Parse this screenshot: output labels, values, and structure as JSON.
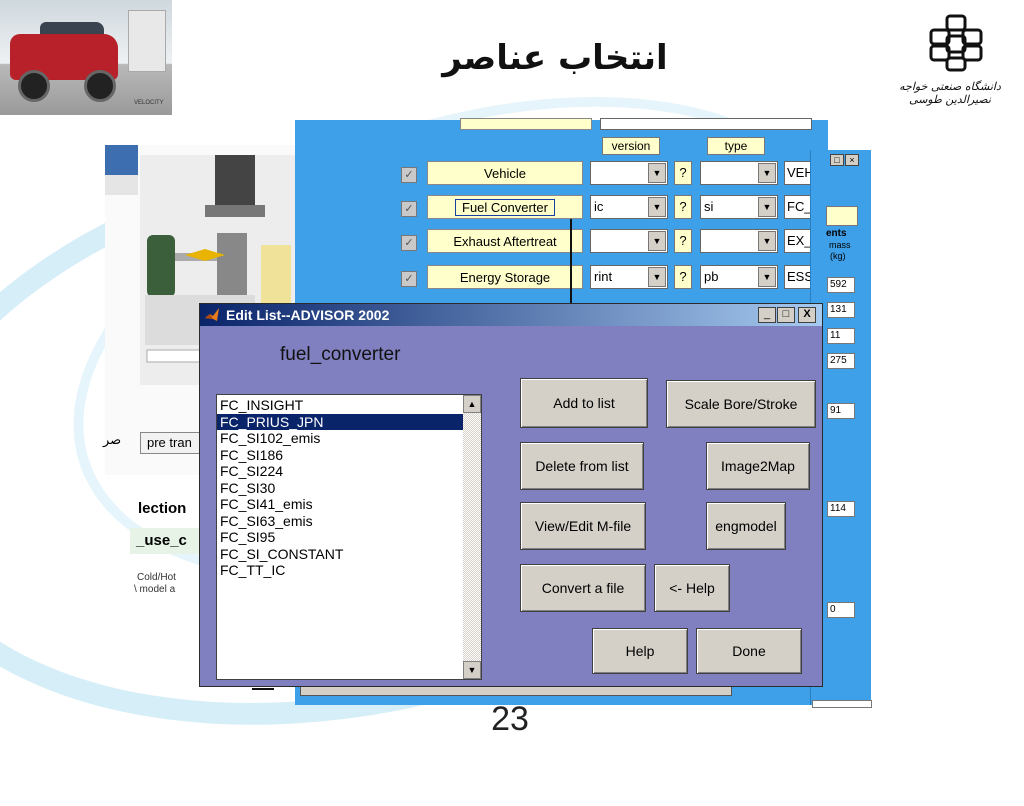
{
  "slide": {
    "title": "انتخاب عناصر",
    "page_number": "23",
    "university_text": "دانشگاه صنعتی خواجه نصیرالدین طوسی",
    "car_caption": "VELOCITY"
  },
  "colors": {
    "advisor_blue": "#3ea0e8",
    "dialog_bg": "#8080c0",
    "title_bar": "#0a246a",
    "component_button": "#ffffcc"
  },
  "vehicle_setup": {
    "headers": {
      "version": "version",
      "type": "type"
    },
    "rows": [
      {
        "label": "Vehicle",
        "version": "",
        "type": "",
        "value": "VEH_"
      },
      {
        "label": "Fuel Converter",
        "version": "ic",
        "type": "si",
        "value": "FC_P"
      },
      {
        "label": "Exhaust Aftertreat",
        "version": "",
        "type": "",
        "value": "EX_S"
      },
      {
        "label": "Energy Storage",
        "version": "rint",
        "type": "pb",
        "value": "ESS_"
      }
    ],
    "help_char": "?",
    "right_panel": {
      "label_ents": "ents",
      "label_mass": "mass",
      "label_kg": "(kg)",
      "values": [
        "592",
        "131",
        "11",
        "275",
        "91",
        "114",
        "0"
      ]
    }
  },
  "left_panel": {
    "fragment_fa": "صر",
    "pre_tran": "pre tran",
    "lection": "lection",
    "use_c": "_use_c",
    "cold_hot": "Cold/Hot",
    "model_a": "\\ model a"
  },
  "dialog": {
    "title": "Edit List--ADVISOR 2002",
    "label": "fuel_converter",
    "list_items": [
      "FC_INSIGHT",
      "FC_PRIUS_JPN",
      "FC_SI102_emis",
      "FC_SI186",
      "FC_SI224",
      "FC_SI30",
      "FC_SI41_emis",
      "FC_SI63_emis",
      "FC_SI95",
      "FC_SI_CONSTANT",
      "FC_TT_IC"
    ],
    "selected_item": "FC_PRIUS_JPN",
    "buttons": {
      "add": "Add to list",
      "scale": "Scale Bore/Stroke",
      "delete": "Delete from list",
      "image2map": "Image2Map",
      "view_edit": "View/Edit M-file",
      "engmodel": "engmodel",
      "convert": "Convert a file",
      "help_arrow": "<- Help",
      "help": "Help",
      "done": "Done"
    },
    "window_controls": {
      "minimize": "_",
      "maximize": "□",
      "close": "X"
    }
  }
}
